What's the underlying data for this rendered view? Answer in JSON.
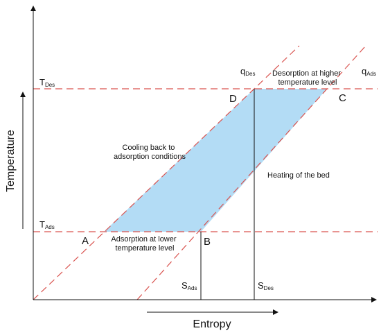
{
  "axes": {
    "x_label": "Entropy",
    "y_label": "Temperature"
  },
  "levels": {
    "t_des": {
      "main": "T",
      "sub": "Des"
    },
    "t_ads": {
      "main": "T",
      "sub": "Ads"
    }
  },
  "isosteres": {
    "q_des": {
      "main": "q",
      "sub": "Des"
    },
    "q_ads": {
      "main": "q",
      "sub": "Ads"
    }
  },
  "entropy_marks": {
    "s_ads": {
      "main": "S",
      "sub": "Ads"
    },
    "s_des": {
      "main": "S",
      "sub": "Des"
    }
  },
  "points": {
    "a": "A",
    "b": "B",
    "c": "C",
    "d": "D"
  },
  "steps": {
    "desorption": [
      "Desorption at higher",
      "temperature level"
    ],
    "cooling": [
      "Cooling back to",
      "adsorption conditions"
    ],
    "heating": "Heating of the bed",
    "adsorption": [
      "Adsorption at lower",
      "temperature level"
    ]
  },
  "colors": {
    "cycle_fill": "#b3dcf5",
    "dashed_line": "#d9534f",
    "axis": "#111111"
  }
}
